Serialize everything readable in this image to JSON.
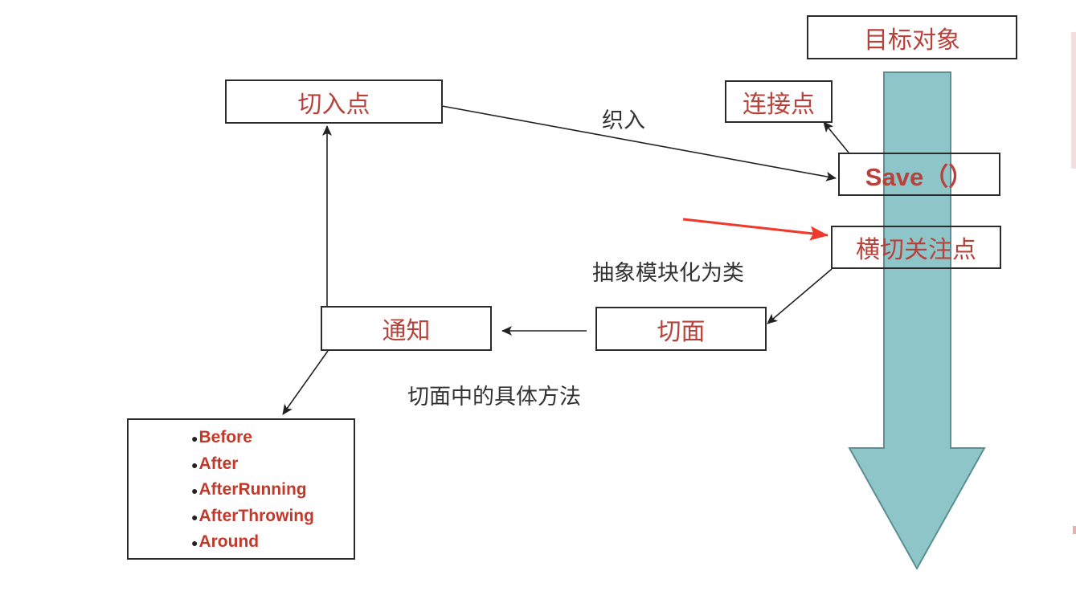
{
  "colors": {
    "box_text": "#b7413b",
    "label_text": "#333333",
    "arrow_fill": "#8ec5c8",
    "arrow_stroke": "#5a8f93",
    "highlight_arrow": "#f0392b",
    "connector": "#222222"
  },
  "nodes": {
    "target_object": "目标对象",
    "pointcut": "切入点",
    "join_point": "连接点",
    "save_method": "Save（）",
    "crosscutting_concern": "横切关注点",
    "aspect": "切面",
    "advice": "通知"
  },
  "edge_labels": {
    "weave": "织入",
    "abstract_modularize": "抽象模块化为类",
    "concrete_methods": "切面中的具体方法"
  },
  "advice_types": [
    "Before",
    "After",
    "AfterRunning",
    "AfterThrowing",
    "Around"
  ]
}
